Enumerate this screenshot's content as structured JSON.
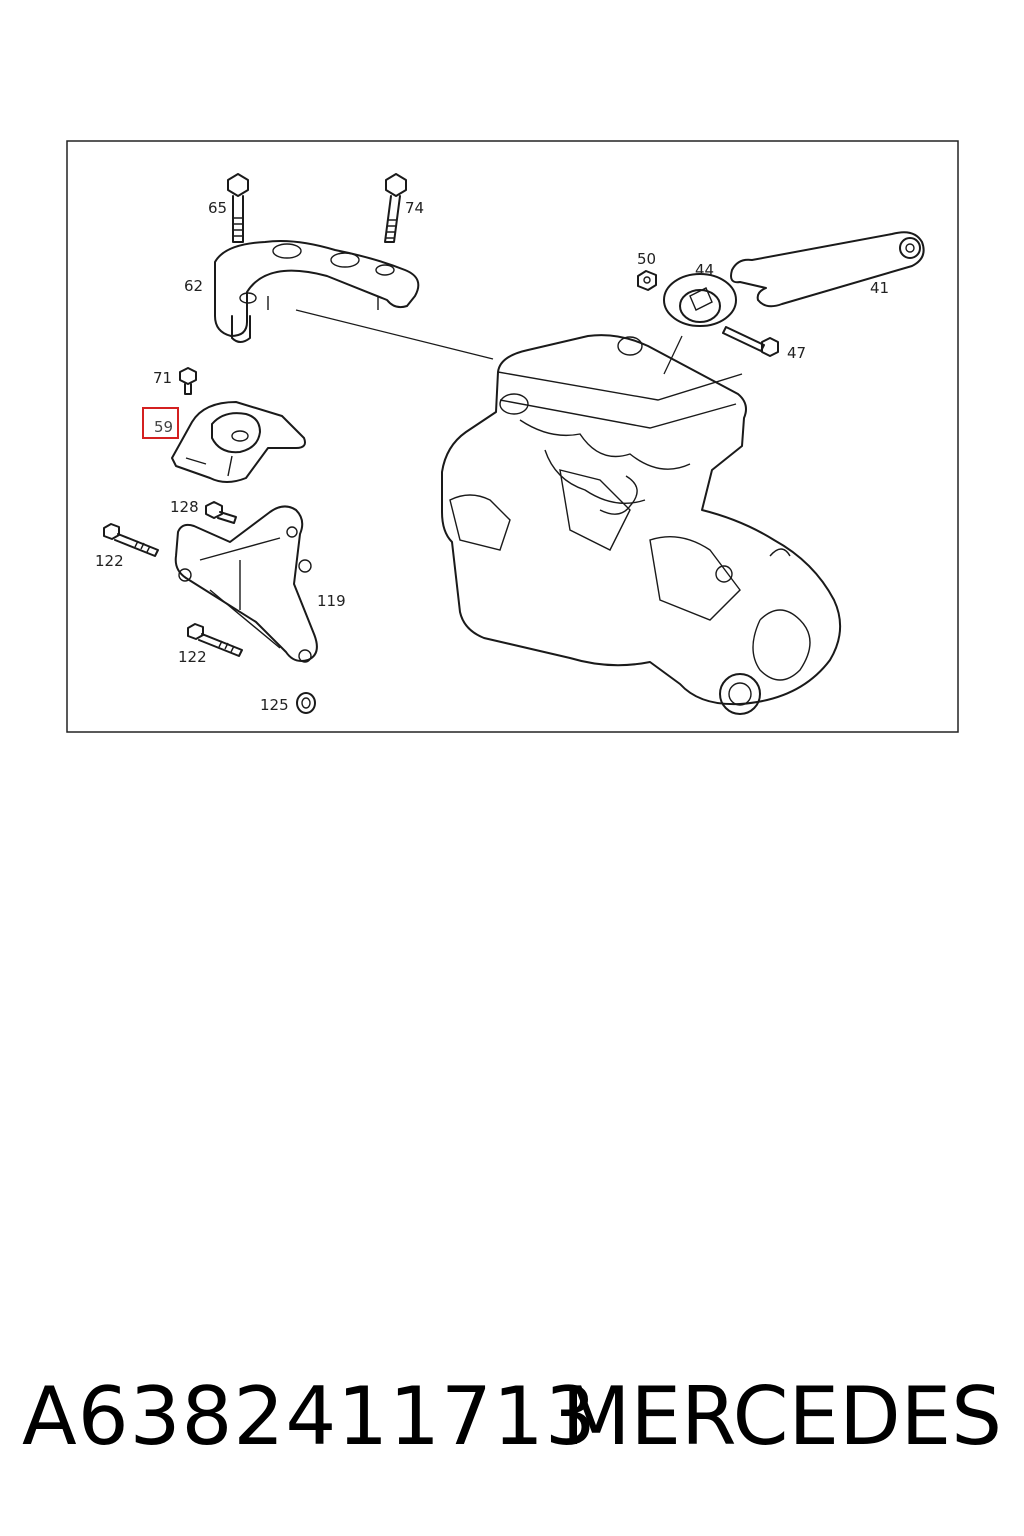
{
  "callouts": {
    "c65": "65",
    "c74": "74",
    "c62": "62",
    "c50": "50",
    "c44": "44",
    "c41": "41",
    "c47": "47",
    "c71": "71",
    "c59": "59",
    "c128": "128",
    "c122a": "122",
    "c119": "119",
    "c122b": "122",
    "c125": "125"
  },
  "caption": {
    "part_number": "A6382411713",
    "brand": "MERCEDES"
  },
  "colors": {
    "highlight": "#d42020"
  }
}
